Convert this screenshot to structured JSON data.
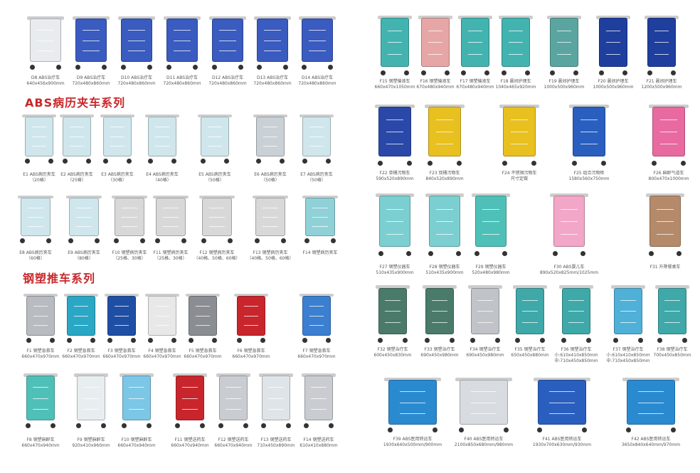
{
  "headings": {
    "abs": "ABS病历夹车系列",
    "steel": "钢塑推车系列"
  },
  "products": [
    {
      "name": "D8 ABS治疗车",
      "size": "640x456x900mm",
      "color": "#e8ecef"
    },
    {
      "name": "D9 ABS治疗车",
      "size": "720x480x860mm",
      "color": "#3a5bbf"
    },
    {
      "name": "D10 ABS治疗车",
      "size": "720x480x860mm",
      "color": "#3a5bbf"
    },
    {
      "name": "D11 ABS治疗车",
      "size": "720x480x860mm",
      "color": "#3a5bbf"
    },
    {
      "name": "D12 ABS治疗车",
      "size": "720x480x860mm",
      "color": "#3a5bbf"
    },
    {
      "name": "D13 ABS治疗车",
      "size": "720x480x860mm",
      "color": "#3a5bbf"
    },
    {
      "name": "D14 ABS治疗车",
      "size": "720x480x860mm",
      "color": "#3a5bbf"
    },
    {
      "name": "E1 ABS病历夹车",
      "size": "（20格）",
      "color": "#cfe7ec"
    },
    {
      "name": "E2 ABS病历夹车",
      "size": "（25格）",
      "color": "#cfe7ec"
    },
    {
      "name": "E3 ABS病历夹车",
      "size": "（30格）",
      "color": "#cfe7ec"
    },
    {
      "name": "E4 ABS病历夹车",
      "size": "（40格）",
      "color": "#cfe7ec"
    },
    {
      "name": "E5 ABS病历夹车",
      "size": "（50格）",
      "color": "#cfe7ec"
    },
    {
      "name": "E6 ABS病历夹车",
      "size": "（50格）",
      "color": "#c9d0d6"
    },
    {
      "name": "E7 ABS病历夹车",
      "size": "（50格）",
      "color": "#cfe7ec"
    },
    {
      "name": "E8 ABS病历夹车",
      "size": "（60格）",
      "color": "#cfe7ec"
    },
    {
      "name": "E9 ABS病历夹车",
      "size": "（80格）",
      "color": "#cfe7ec"
    },
    {
      "name": "F10 钢塑病历夹车",
      "size": "（25格、30格）",
      "color": "#d8d8d8"
    },
    {
      "name": "F11 钢塑病历夹车",
      "size": "（25格、30格）",
      "color": "#d8d8d8"
    },
    {
      "name": "F12 钢塑病历夹车",
      "size": "（40格、50格、60格）",
      "color": "#d8d8d8"
    },
    {
      "name": "F13 钢塑病历夹车",
      "size": "（40格、50格、60格）",
      "color": "#d8d8d8"
    },
    {
      "name": "F14 钢塑病历夹车",
      "size": "",
      "color": "#8fd1d6"
    },
    {
      "name": "F1 钢塑急救车",
      "size": "660x470x970mm",
      "color": "#b8bcc0"
    },
    {
      "name": "F2 钢塑急救车",
      "size": "660x470x970mm",
      "color": "#2aa7c4"
    },
    {
      "name": "F3 钢塑急救车",
      "size": "660x470x970mm",
      "color": "#1f4fa5"
    },
    {
      "name": "F4 钢塑急救车",
      "size": "660x470x970mm",
      "color": "#e8e8e8"
    },
    {
      "name": "F5 钢塑急救车",
      "size": "660x470x970mm",
      "color": "#8a8d91"
    },
    {
      "name": "F6 钢塑急救车",
      "size": "660x470x970mm",
      "color": "#c8262c"
    },
    {
      "name": "F7 钢塑急救车",
      "size": "660x470x970mm",
      "color": "#3b7fd0"
    },
    {
      "name": "F8 钢塑麻醉车",
      "size": "660x470x940mm",
      "color": "#4fc0b8"
    },
    {
      "name": "F9 钢塑麻醉车",
      "size": "920x410x960mm",
      "color": "#e8eef0"
    },
    {
      "name": "F10 钢塑麻醉车",
      "size": "660x470x940mm",
      "color": "#7cc6e6"
    },
    {
      "name": "F11 钢塑送药车",
      "size": "660x470x940mm",
      "color": "#c8262c"
    },
    {
      "name": "F12 钢塑送药车",
      "size": "660x470x940mm",
      "color": "#c9cdd1"
    },
    {
      "name": "F13 钢塑送药车",
      "size": "710x450x890mm",
      "color": "#dfe4e8"
    },
    {
      "name": "F14 钢塑送药车",
      "size": "610x410x880mm",
      "color": "#c9cdd1"
    },
    {
      "name": "F15 钢塑输液车",
      "size": "660x470x1050mm",
      "color": "#43b3b0"
    },
    {
      "name": "F16 钢塑输液车",
      "size": "670x480x940mm",
      "color": "#e6a6a6"
    },
    {
      "name": "F17 钢塑输液车",
      "size": "670x480x940mm",
      "color": "#43b3b0"
    },
    {
      "name": "F18 晨间护理车",
      "size": "1040x465x920mm",
      "color": "#43b3b0"
    },
    {
      "name": "F19 晨间护理车",
      "size": "1000x500x960mm",
      "color": "#5aa5a0"
    },
    {
      "name": "F20 晨间护理车",
      "size": "1000x500x960mm",
      "color": "#1f3f9e"
    },
    {
      "name": "F21 晨间护理车",
      "size": "1200x500x960mm",
      "color": "#1f3f9e"
    },
    {
      "name": "F22 单桶污物车",
      "size": "590x520x890mm",
      "color": "#2a48a8"
    },
    {
      "name": "F23 双桶污物车",
      "size": "840x520x890mm",
      "color": "#e8c020"
    },
    {
      "name": "F24 不锈钢污物车",
      "size": "尺寸定做",
      "color": "#e8c020"
    },
    {
      "name": "F25 组合污物柜",
      "size": "1580x560x750mm",
      "color": "#2a5fc0"
    },
    {
      "name": "F26 麻醉气道车",
      "size": "800x470x1000mm",
      "color": "#e86aa0"
    },
    {
      "name": "F27 钢塑仪器车",
      "size": "510x435x900mm",
      "color": "#7ccfd0"
    },
    {
      "name": "F28 钢塑仪器车",
      "size": "510x435x900mm",
      "color": "#7ccfd0"
    },
    {
      "name": "F29 钢塑仪器车",
      "size": "520x480x980mm",
      "color": "#4fc0b8"
    },
    {
      "name": "F30 ABS婴儿车",
      "size": "890x520x825mm/1025mm",
      "color": "#f2a6c8"
    },
    {
      "name": "F31 升降餐桌车",
      "size": "",
      "color": "#b58a6a"
    },
    {
      "name": "F32 钢塑治疗车",
      "size": "600x450x830mm",
      "color": "#4a7a6a"
    },
    {
      "name": "F33 钢塑治疗车",
      "size": "690x450x980mm",
      "color": "#4a7a6a"
    },
    {
      "name": "F34 钢塑治疗车",
      "size": "690x450x980mm",
      "color": "#c0c4c8"
    },
    {
      "name": "F35 钢塑治疗车",
      "size": "650x450x880mm",
      "color": "#3fa8a8"
    },
    {
      "name": "F36 钢塑治疗车",
      "size": "小:610x410x850mm",
      "size2": "中:710x450x850mm",
      "color": "#3fa8a8"
    },
    {
      "name": "F37 钢塑治疗车",
      "size": "小:610x410x850mm",
      "size2": "中:710x450x850mm",
      "color": "#4fb0d8"
    },
    {
      "name": "F38 钢塑治疗车",
      "size": "700x450x850mm",
      "color": "#3fa8a8"
    },
    {
      "name": "F39 ABS医用转运车",
      "size": "1930x640x500mm/900mm",
      "color": "#2a8ad0"
    },
    {
      "name": "F40 ABS医用转运车",
      "size": "2100x850x680mm/980mm",
      "color": "#d8dce0"
    },
    {
      "name": "F41 ABS医用转运车",
      "size": "1930x700x630mm/930mm",
      "color": "#2a5fc0"
    },
    {
      "name": "F42 ABS医用转运车",
      "size": "3650x840x640mm/970mm",
      "color": "#2a8ad0"
    }
  ]
}
